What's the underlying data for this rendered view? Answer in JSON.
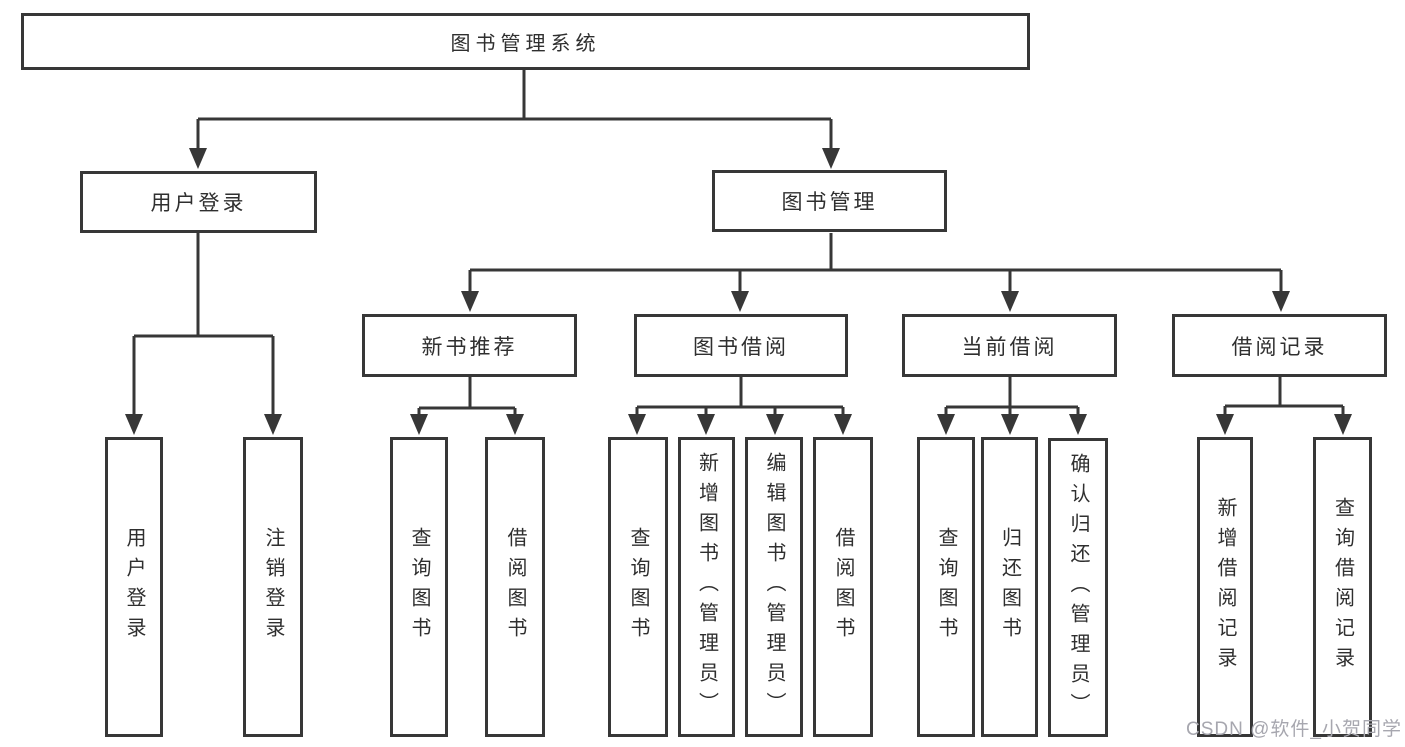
{
  "diagram": {
    "root_label": "图书管理系统",
    "user_branch": {
      "label": "用户登录",
      "children": [
        "用户登录",
        "注销登录"
      ]
    },
    "mgmt_branch": {
      "label": "图书管理",
      "groups": [
        {
          "label": "新书推荐",
          "children": [
            "查询图书",
            "借阅图书"
          ]
        },
        {
          "label": "图书借阅",
          "children": [
            "查询图书",
            "新增图书（管理员）",
            "编辑图书（管理员）",
            "借阅图书"
          ]
        },
        {
          "label": "当前借阅",
          "children": [
            "查询图书",
            "归还图书",
            "确认归还（管理员）"
          ]
        },
        {
          "label": "借阅记录",
          "children": [
            "新增借阅记录",
            "查询借阅记录"
          ]
        }
      ]
    }
  },
  "watermark": {
    "text": "CSDN @软件_小贺同学"
  },
  "colors": {
    "line": "#373737",
    "box_border": "#373737",
    "text": "#2f2f2f",
    "watermark": "#a7a7af",
    "background": "#ffffff"
  }
}
